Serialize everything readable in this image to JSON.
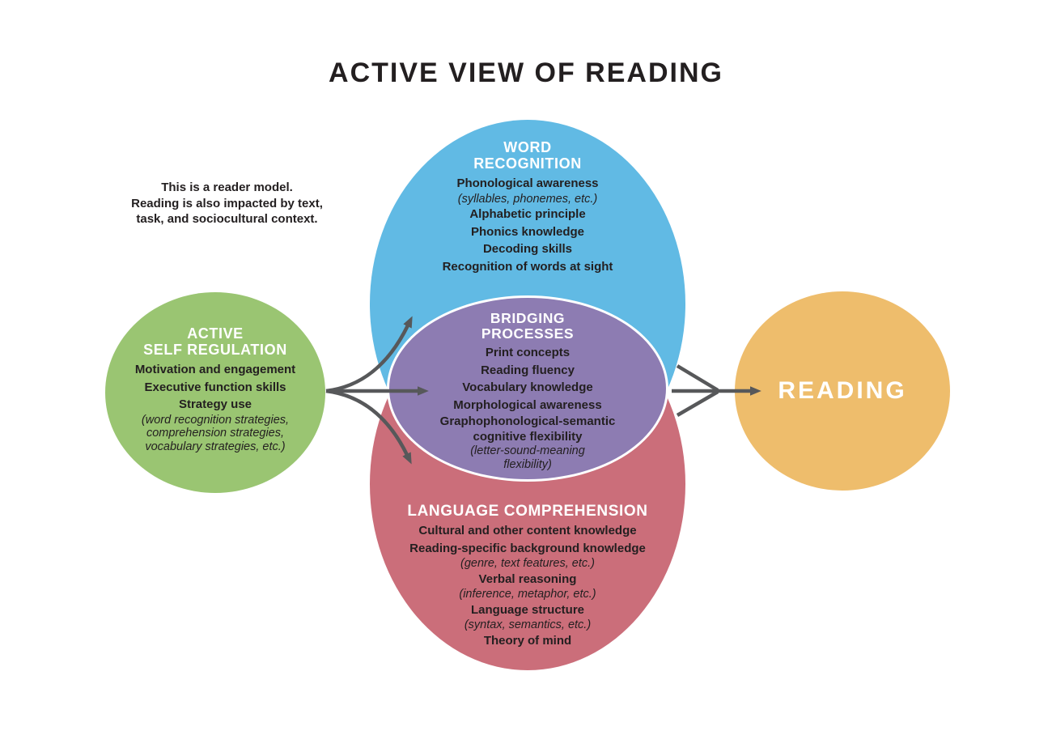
{
  "title": "ACTIVE VIEW OF READING",
  "note": {
    "line1": "This is a reader model.",
    "line2": "Reading is also impacted by text,",
    "line3": "task, and sociocultural context."
  },
  "self_regulation": {
    "heading1": "ACTIVE",
    "heading2": "SELF REGULATION",
    "item1": "Motivation and engagement",
    "item2": "Executive function skills",
    "item3": "Strategy use",
    "item3_note1": "(word recognition strategies,",
    "item3_note2": "comprehension strategies,",
    "item3_note3": "vocabulary strategies, etc.)"
  },
  "word_recognition": {
    "heading1": "WORD",
    "heading2": "RECOGNITION",
    "item1": "Phonological awareness",
    "item1_note": "(syllables, phonemes, etc.)",
    "item2": "Alphabetic principle",
    "item3": "Phonics knowledge",
    "item4": "Decoding skills",
    "item5": "Recognition of words at sight"
  },
  "bridging_processes": {
    "heading1": "BRIDGING",
    "heading2": "PROCESSES",
    "item1": "Print concepts",
    "item2": "Reading fluency",
    "item3": "Vocabulary knowledge",
    "item4": "Morphological awareness",
    "item5_line1": "Graphophonological-semantic",
    "item5_line2": "cognitive flexibility",
    "item5_note1": "(letter-sound-meaning",
    "item5_note2": "flexibility)"
  },
  "language_comprehension": {
    "heading": "LANGUAGE COMPREHENSION",
    "item1": "Cultural and other content knowledge",
    "item2": "Reading-specific background knowledge",
    "item2_note": "(genre, text features, etc.)",
    "item3": "Verbal reasoning",
    "item3_note": "(inference, metaphor, etc.)",
    "item4": "Language structure",
    "item4_note": "(syntax, semantics, etc.)",
    "item5": "Theory of mind"
  },
  "reading": {
    "label": "READING"
  },
  "colors": {
    "green": "#9AC572",
    "blue": "#61BAE4",
    "purple": "#8D7CB2",
    "red": "#CB6E7A",
    "orange": "#EEBD6C",
    "arrow_gray": "#57585A",
    "text_dark": "#231F20",
    "heading_white": "#FFFFFF",
    "background": "#FFFFFF"
  }
}
